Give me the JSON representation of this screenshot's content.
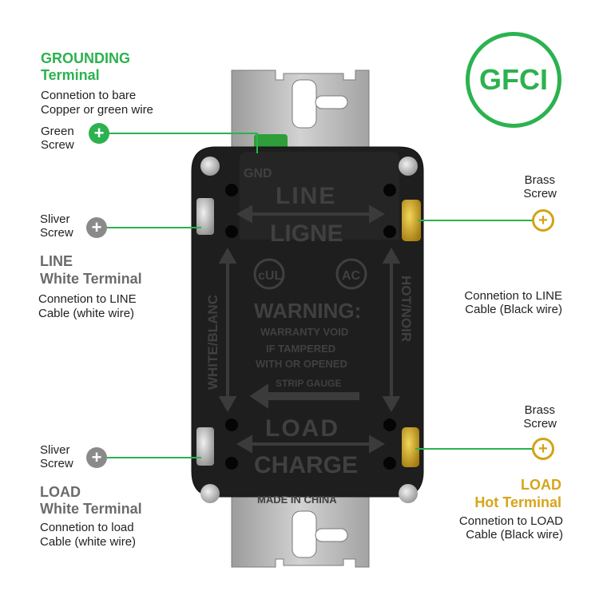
{
  "badge": "GFCI",
  "grounding": {
    "title_line1": "GROUNDING",
    "title_line2": "Terminal",
    "desc_line1": "Connetion to bare",
    "desc_line2": "Copper or green wire",
    "screw_line1": "Green",
    "screw_line2": "Screw"
  },
  "line_white": {
    "screw_line1": "Sliver",
    "screw_line2": "Screw",
    "title_line1": "LINE",
    "title_line2": "White Terminal",
    "desc_line1": "Connetion to LINE",
    "desc_line2": "Cable (white wire)"
  },
  "load_white": {
    "screw_line1": "Sliver",
    "screw_line2": "Screw",
    "title_line1": "LOAD",
    "title_line2": "White Terminal",
    "desc_line1": "Connetion to load",
    "desc_line2": "Cable (white wire)"
  },
  "line_hot": {
    "screw_line1": "Brass",
    "screw_line2": "Screw",
    "desc_line1": "Connetion to LINE",
    "desc_line2": "Cable (Black wire)"
  },
  "load_hot": {
    "screw_line1": "Brass",
    "screw_line2": "Screw",
    "title_line1": "LOAD",
    "title_line2": "Hot Terminal",
    "desc_line1": "Connetion to LOAD",
    "desc_line2": "Cable (Black wire)"
  },
  "device_markings": {
    "gnd": "GND",
    "line": "LINE",
    "ligne": "LIGNE",
    "white_blanc": "WHITE/BLANC",
    "hot_noir": "HOT/NOIR",
    "warning": "WARNING:",
    "warranty": "WARRANTY VOID",
    "tampered": "IF TAMPERED",
    "opened": "WITH OR OPENED",
    "strip_gauge": "STRIP GAUGE",
    "load": "LOAD",
    "charge": "CHARGE",
    "made_in": "MADE IN CHINA",
    "cul": "cUL",
    "ac": "AC"
  },
  "colors": {
    "green": "#2cb24f",
    "silver": "#8a8a8a",
    "gold": "#d3a316",
    "body": "#1e1e1e"
  },
  "icons": {
    "green_screw": "plus-circle-icon",
    "silver_screw": "plus-circle-icon",
    "brass_screw": "plus-circle-outline-icon"
  }
}
